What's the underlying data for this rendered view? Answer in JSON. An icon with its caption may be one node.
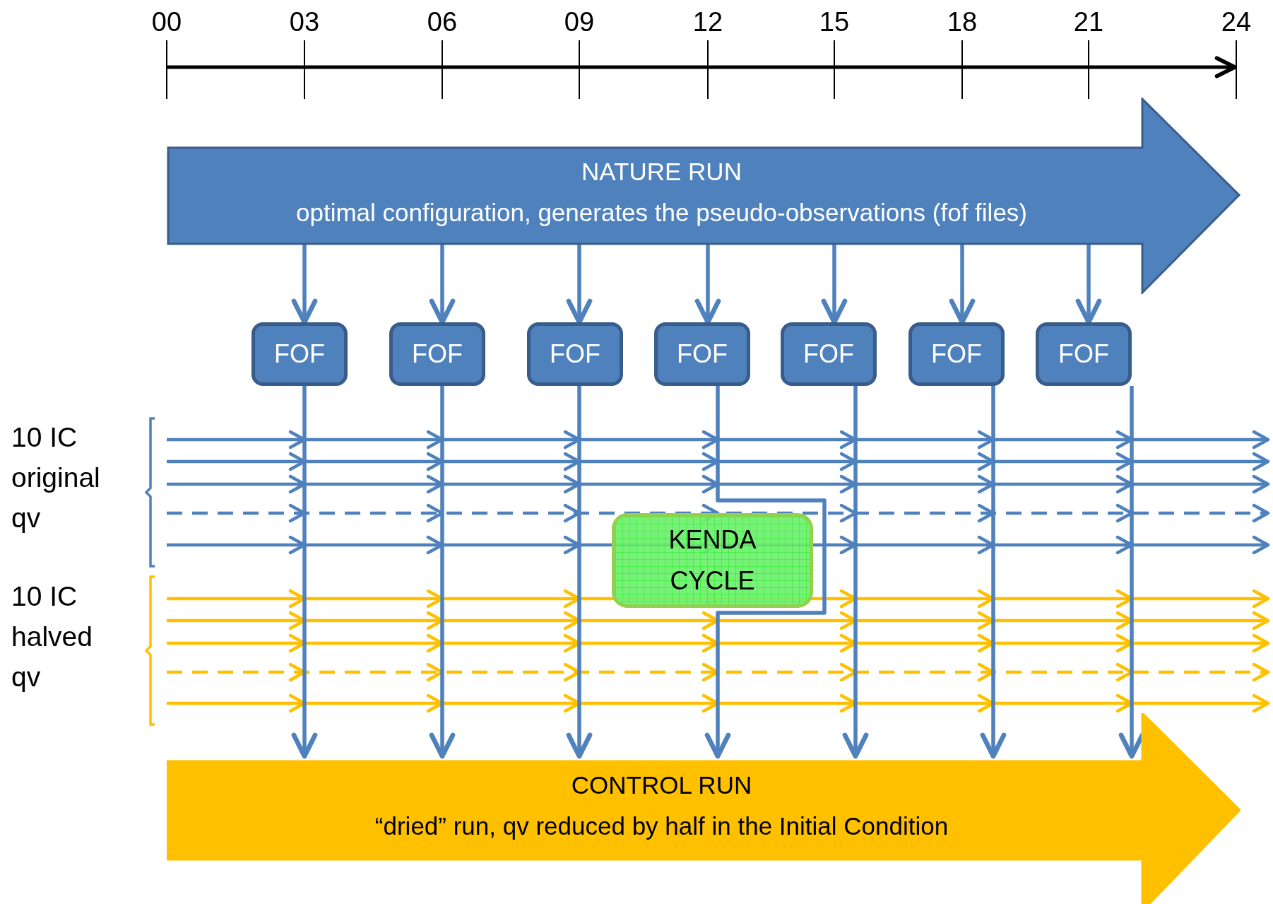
{
  "diagram": {
    "nodes": [
      {
        "text": [
          "NATURE RUN",
          "optimal configuration, generates the pseudo-observations (fof files)"
        ]
      },
      {
        "text": [
          "FOF"
        ]
      },
      {
        "text": [
          "FOF"
        ]
      },
      {
        "text": [
          "FOF"
        ]
      },
      {
        "text": [
          "FOF"
        ]
      },
      {
        "text": [
          "FOF"
        ]
      },
      {
        "text": [
          "FOF"
        ]
      },
      {
        "text": [
          "FOF"
        ]
      },
      {
        "text": [
          "KENDA CYCLE"
        ]
      },
      {
        "text": [
          "CONTROL RUN",
          "“dried” run, qv reduced by half in the Initial Condition"
        ]
      }
    ],
    "edges": [
      {
        "from": 0,
        "to": 1,
        "arrow": "to"
      },
      {
        "from": 0,
        "to": 2,
        "arrow": "to"
      },
      {
        "from": 0,
        "to": 3,
        "arrow": "to"
      },
      {
        "from": 0,
        "to": 4,
        "arrow": "to"
      },
      {
        "from": 0,
        "to": 5,
        "arrow": "to"
      },
      {
        "from": 0,
        "to": 6,
        "arrow": "to"
      },
      {
        "from": 0,
        "to": 7,
        "arrow": "to"
      },
      {
        "from": 1,
        "to": 9,
        "arrow": "to"
      },
      {
        "from": 2,
        "to": 9,
        "arrow": "to"
      },
      {
        "from": 3,
        "to": 9,
        "arrow": "to"
      },
      {
        "from": 4,
        "to": 9,
        "arrow": "to"
      },
      {
        "from": 5,
        "to": 9,
        "arrow": "to"
      },
      {
        "from": 6,
        "to": 9,
        "arrow": "to"
      },
      {
        "from": 7,
        "to": 9,
        "arrow": "to"
      }
    ],
    "labels": [
      "00",
      "03",
      "06",
      "09",
      "12",
      "15",
      "18",
      "21",
      "24",
      "10 IC original qv",
      "10 IC halved qv"
    ]
  }
}
